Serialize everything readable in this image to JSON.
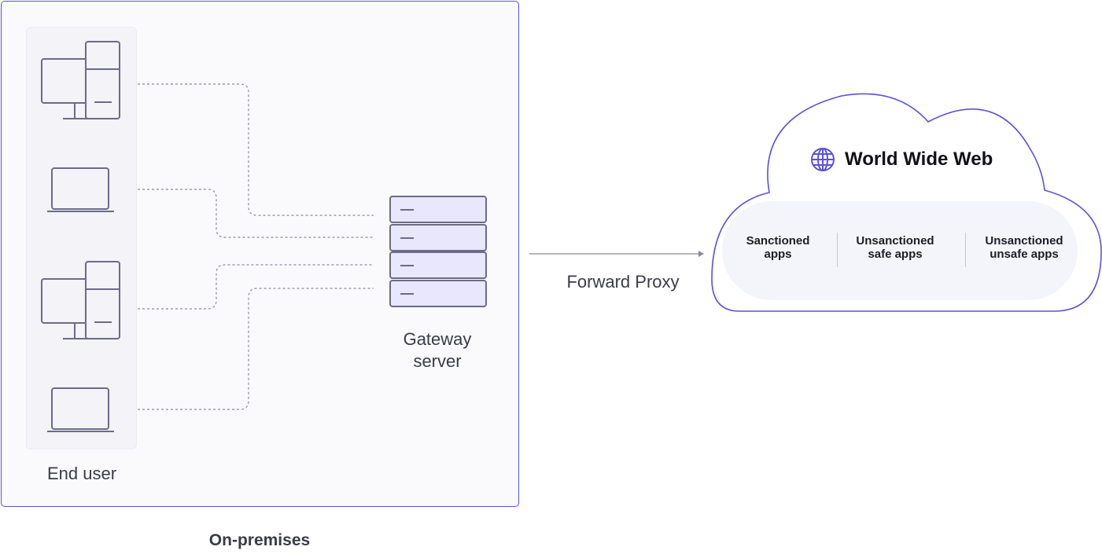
{
  "on_premises": {
    "label": "On-premises",
    "end_user_label": "End user",
    "devices": [
      {
        "kind": "desktop-icon"
      },
      {
        "kind": "laptop-icon"
      },
      {
        "kind": "desktop-icon"
      },
      {
        "kind": "laptop-icon"
      }
    ],
    "gateway": {
      "label": "Gateway server",
      "units": 4
    }
  },
  "connection": {
    "label": "Forward Proxy"
  },
  "cloud": {
    "title": "World Wide Web",
    "icon": "globe-icon",
    "apps": [
      {
        "label": "Sanctioned apps"
      },
      {
        "label": "Unsanctioned safe apps"
      },
      {
        "label": "Unsanctioned unsafe apps"
      }
    ]
  },
  "colors": {
    "accent": "#5b52d6",
    "device_stroke": "#6d6a8a",
    "server_fill": "#e8e7fb",
    "panel_bg": "#f3f3f8"
  }
}
